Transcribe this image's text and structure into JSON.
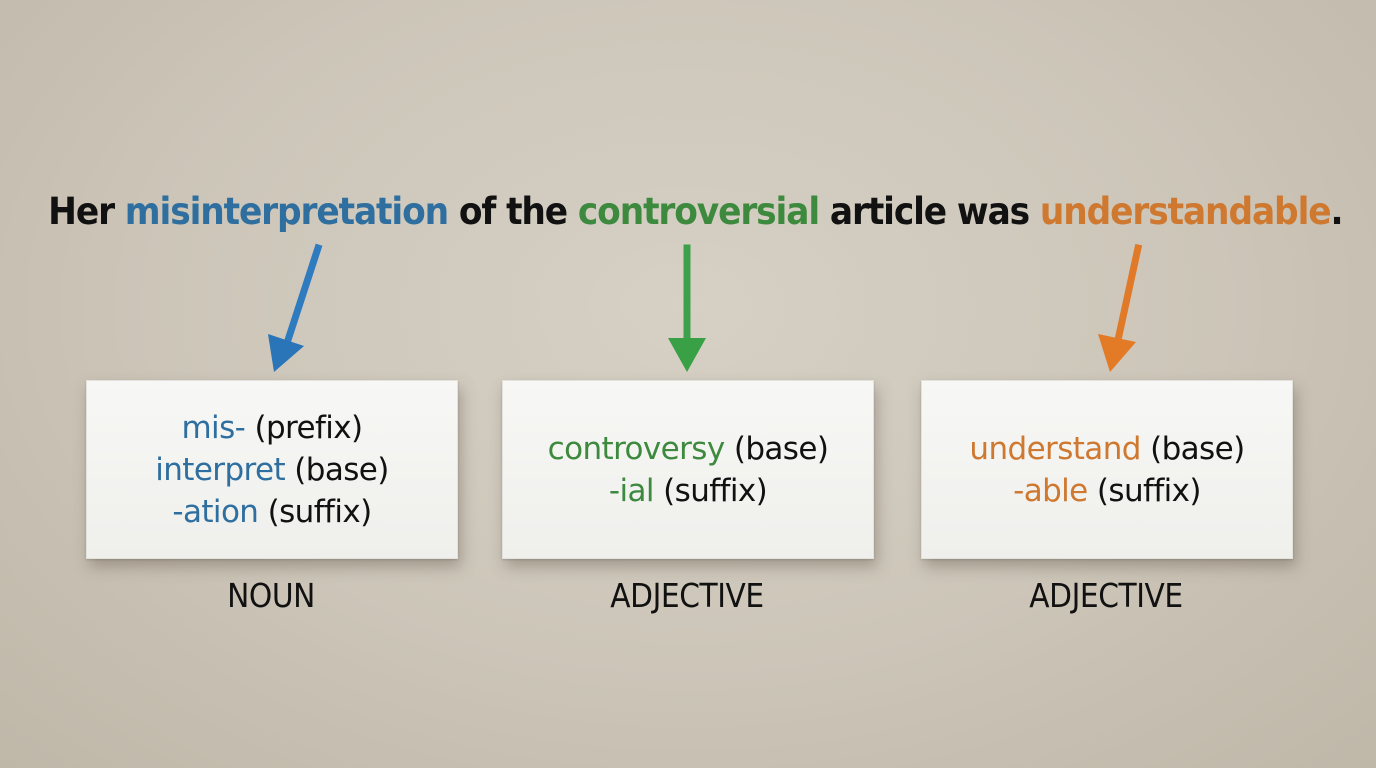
{
  "sentence": {
    "part1": "Her ",
    "word1": "misinterpretation",
    "part2": " of the ",
    "word2": "controversial",
    "part3": " article was ",
    "word3": "understandable",
    "part4": "."
  },
  "colors": {
    "noun_highlight": "#2f6f9f",
    "adjective1_highlight": "#3d8a3e",
    "adjective2_highlight": "#cf7830",
    "background": "#ccc5b8",
    "card": "#f3f3f1",
    "text": "#111111"
  },
  "arrows": [
    {
      "name": "blue-arrow",
      "color": "#2f7bbf",
      "direction": "down-left"
    },
    {
      "name": "green-arrow",
      "color": "#3ea04a",
      "direction": "down"
    },
    {
      "name": "orange-arrow",
      "color": "#e07a28",
      "direction": "down-left"
    }
  ],
  "cards": [
    {
      "lines": [
        {
          "morpheme": "mis-",
          "role": " (prefix)"
        },
        {
          "morpheme": "interpret",
          "role": " (base)"
        },
        {
          "morpheme": "-ation",
          "role": " (suffix)"
        }
      ],
      "label": "NOUN"
    },
    {
      "lines": [
        {
          "morpheme": "controversy",
          "role": " (base)"
        },
        {
          "morpheme": "-ial",
          "role": " (suffix)"
        }
      ],
      "label": "ADJECTIVE"
    },
    {
      "lines": [
        {
          "morpheme": "understand",
          "role": " (base)"
        },
        {
          "morpheme": "-able",
          "role": " (suffix)"
        }
      ],
      "label": "ADJECTIVE"
    }
  ]
}
